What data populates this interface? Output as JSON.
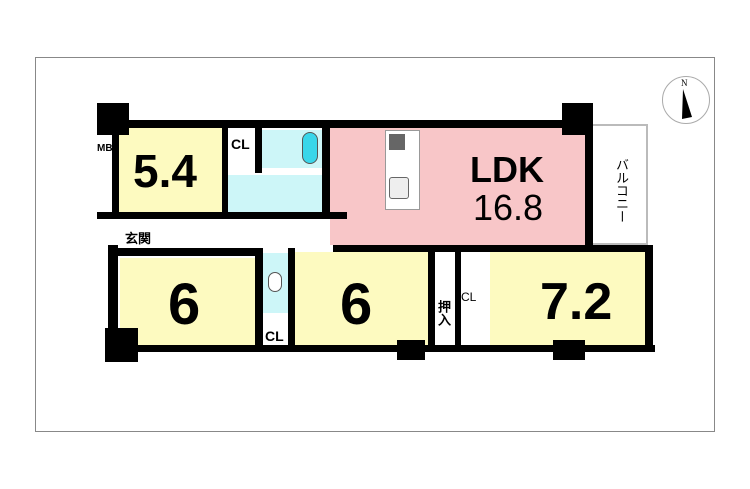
{
  "rooms": {
    "western1": {
      "size": "5.4"
    },
    "ldk": {
      "name": "LDK",
      "size": "16.8"
    },
    "western2": {
      "size": "6"
    },
    "western3": {
      "size": "6"
    },
    "western4": {
      "size": "7.2"
    }
  },
  "labels": {
    "closet1": "CL",
    "closet2": "CL",
    "closet3": "CL",
    "meter_box": "MB",
    "entrance": "玄関",
    "oshiire": "押入",
    "balcony": "バルコニー"
  },
  "compass": {
    "north": "N"
  },
  "colors": {
    "bedroom": "#fdfac0",
    "ldk": "#f8c6c8",
    "wet_area": "#cdf6f8"
  }
}
